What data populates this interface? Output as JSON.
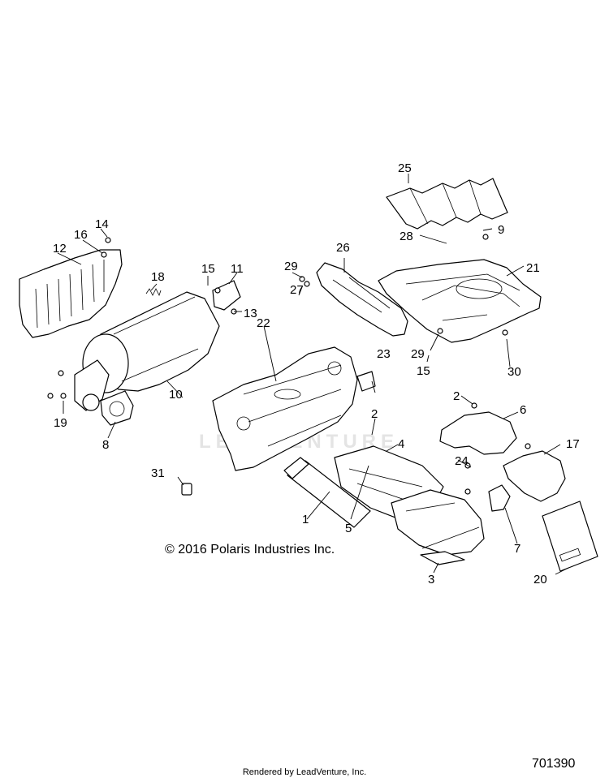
{
  "copyright": "© 2016 Polaris Industries Inc.",
  "diagram_id": "701390",
  "rendered_by": "Rendered by LeadVenture, Inc.",
  "watermark": "LEADVENTURE",
  "callouts": {
    "c1": "1",
    "c2a": "2",
    "c2b": "2",
    "c3": "3",
    "c4": "4",
    "c5": "5",
    "c6": "6",
    "c7": "7",
    "c8": "8",
    "c9": "9",
    "c10": "10",
    "c11": "11",
    "c12": "12",
    "c13": "13",
    "c14": "14",
    "c15a": "15",
    "c15b": "15",
    "c16": "16",
    "c17": "17",
    "c18": "18",
    "c19": "19",
    "c20": "20",
    "c21": "21",
    "c22": "22",
    "c23": "23",
    "c24": "24",
    "c25": "25",
    "c26": "26",
    "c27": "27",
    "c28": "28",
    "c29a": "29",
    "c29b": "29",
    "c30": "30",
    "c31": "31"
  }
}
